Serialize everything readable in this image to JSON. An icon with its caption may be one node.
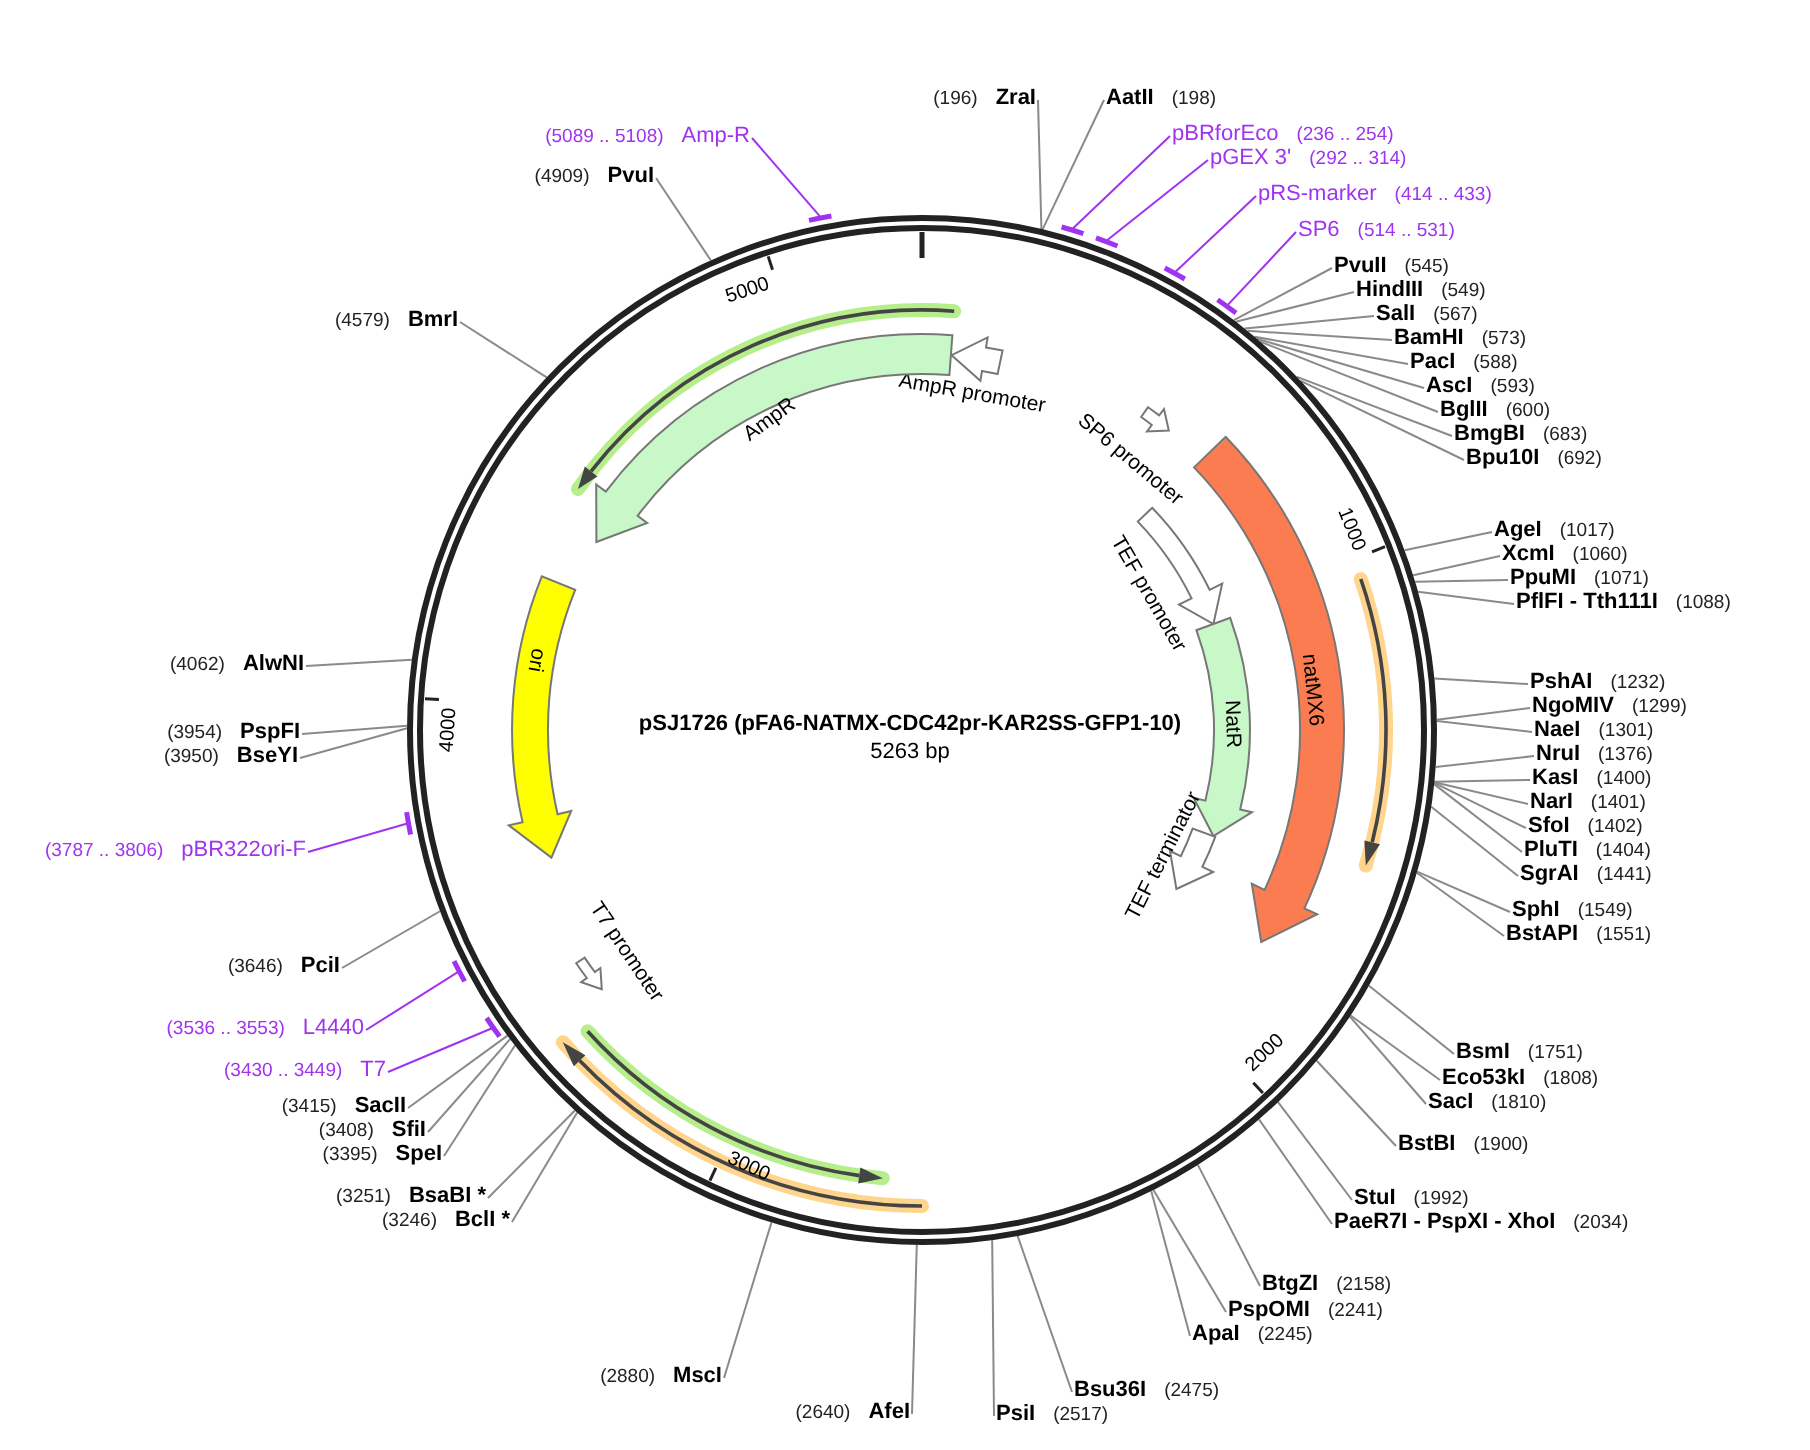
{
  "diagram": {
    "title": "pSJ1726 (pFA6-NATMX-CDC42pr-KAR2SS-GFP1-10)",
    "nodes": [
      {
        "text": [],
        "shape": "circle"
      },
      {
        "text": [
          "AmpR promoter"
        ],
        "in": 0
      },
      {
        "text": [
          "AmpR"
        ],
        "in": 0
      },
      {
        "text": [
          "SP6 promoter"
        ],
        "in": 0
      },
      {
        "text": [
          "TEF promoter"
        ],
        "in": 0
      },
      {
        "text": [
          "natMX6"
        ],
        "in": 0
      },
      {
        "text": [
          "NatR"
        ],
        "in": 0
      },
      {
        "text": [
          "TEF terminator"
        ],
        "in": 0
      },
      {
        "text": [
          "ori"
        ],
        "in": 0
      },
      {
        "text": [
          "T7 promoter"
        ],
        "in": 0
      },
      {
        "text": [
          "ZraI"
        ],
        "beside": [
          "(196)"
        ]
      },
      {
        "text": [
          "AatII"
        ],
        "beside": [
          "(198)"
        ]
      },
      {
        "text": [
          "pBRforEco"
        ],
        "beside": [
          "(236 .. 254)"
        ]
      },
      {
        "text": [
          "pGEX 3'"
        ],
        "beside": [
          "(292 .. 314)"
        ]
      },
      {
        "text": [
          "pRS-marker"
        ],
        "beside": [
          "(414 .. 433)"
        ]
      },
      {
        "text": [
          "SP6"
        ],
        "beside": [
          "(514 .. 531)"
        ]
      },
      {
        "text": [
          "PvuII"
        ],
        "beside": [
          "(545)"
        ]
      },
      {
        "text": [
          "HindIII"
        ],
        "beside": [
          "(549)"
        ]
      },
      {
        "text": [
          "SalI"
        ],
        "beside": [
          "(567)"
        ]
      },
      {
        "text": [
          "BamHI"
        ],
        "beside": [
          "(573)"
        ]
      },
      {
        "text": [
          "PacI"
        ],
        "beside": [
          "(588)"
        ]
      },
      {
        "text": [
          "AscI"
        ],
        "beside": [
          "(593)"
        ]
      },
      {
        "text": [
          "BglII"
        ],
        "beside": [
          "(600)"
        ]
      },
      {
        "text": [
          "BmgBI"
        ],
        "beside": [
          "(683)"
        ]
      },
      {
        "text": [
          "Bpu10I"
        ],
        "beside": [
          "(692)"
        ]
      },
      {
        "text": [
          "AgeI"
        ],
        "beside": [
          "(1017)"
        ]
      },
      {
        "text": [
          "XcmI"
        ],
        "beside": [
          "(1060)"
        ]
      },
      {
        "text": [
          "PpuMI"
        ],
        "beside": [
          "(1071)"
        ]
      },
      {
        "text": [
          "PflFI - Tth111I"
        ],
        "beside": [
          "(1088)"
        ]
      },
      {
        "text": [
          "PshAI"
        ],
        "beside": [
          "(1232)"
        ]
      },
      {
        "text": [
          "NgoMIV"
        ],
        "beside": [
          "(1299)"
        ]
      },
      {
        "text": [
          "NaeI"
        ],
        "beside": [
          "(1301)"
        ]
      },
      {
        "text": [
          "NruI"
        ],
        "beside": [
          "(1376)"
        ]
      },
      {
        "text": [
          "KasI"
        ],
        "beside": [
          "(1400)"
        ]
      },
      {
        "text": [
          "NarI"
        ],
        "beside": [
          "(1401)"
        ]
      },
      {
        "text": [
          "SfoI"
        ],
        "beside": [
          "(1402)"
        ]
      },
      {
        "text": [
          "PluTI"
        ],
        "beside": [
          "(1404)"
        ]
      },
      {
        "text": [
          "SgrAI"
        ],
        "beside": [
          "(1441)"
        ]
      },
      {
        "text": [
          "SphI"
        ],
        "beside": [
          "(1549)"
        ]
      },
      {
        "text": [
          "BstAPI"
        ],
        "beside": [
          "(1551)"
        ]
      },
      {
        "text": [
          "BsmI"
        ],
        "beside": [
          "(1751)"
        ]
      },
      {
        "text": [
          "Eco53kI"
        ],
        "beside": [
          "(1808)"
        ]
      },
      {
        "text": [
          "SacI"
        ],
        "beside": [
          "(1810)"
        ]
      },
      {
        "text": [
          "BstBI"
        ],
        "beside": [
          "(1900)"
        ]
      },
      {
        "text": [
          "StuI"
        ],
        "beside": [
          "(1992)"
        ]
      },
      {
        "text": [
          "PaeR7I - PspXI - XhoI"
        ],
        "beside": [
          "(2034)"
        ]
      },
      {
        "text": [
          "BtgZI"
        ],
        "beside": [
          "(2158)"
        ]
      },
      {
        "text": [
          "PspOMI"
        ],
        "beside": [
          "(2241)"
        ]
      },
      {
        "text": [
          "ApaI"
        ],
        "beside": [
          "(2245)"
        ]
      },
      {
        "text": [
          "Bsu36I"
        ],
        "beside": [
          "(2475)"
        ]
      },
      {
        "text": [
          "PsiI"
        ],
        "beside": [
          "(2517)"
        ]
      },
      {
        "text": [
          "AfeI"
        ],
        "beside": [
          "(2640)"
        ]
      },
      {
        "text": [
          "MscI"
        ],
        "beside": [
          "(2880)"
        ]
      },
      {
        "text": [
          "BclI *"
        ],
        "beside": [
          "(3246)"
        ]
      },
      {
        "text": [
          "BsaBI *"
        ],
        "beside": [
          "(3251)"
        ]
      },
      {
        "text": [
          "SpeI"
        ],
        "beside": [
          "(3395)"
        ]
      },
      {
        "text": [
          "SfiI"
        ],
        "beside": [
          "(3408)"
        ]
      },
      {
        "text": [
          "SacII"
        ],
        "beside": [
          "(3415)"
        ]
      },
      {
        "text": [
          "T7"
        ],
        "beside": [
          "(3430 .. 3449)"
        ]
      },
      {
        "text": [
          "L4440"
        ],
        "beside": [
          "(3536 .. 3553)"
        ]
      },
      {
        "text": [
          "PciI"
        ],
        "beside": [
          "(3646)"
        ]
      },
      {
        "text": [
          "pBR322ori-F"
        ],
        "beside": [
          "(3787 .. 3806)"
        ]
      },
      {
        "text": [
          "BseYI"
        ],
        "beside": [
          "(3950)"
        ]
      },
      {
        "text": [
          "PspFI"
        ],
        "beside": [
          "(3954)"
        ]
      },
      {
        "text": [
          "AlwNI"
        ],
        "beside": [
          "(4062)"
        ]
      },
      {
        "text": [
          "BmrI"
        ],
        "beside": [
          "(4579)"
        ]
      },
      {
        "text": [
          "PvuI"
        ],
        "beside": [
          "(4909)"
        ]
      },
      {
        "text": [
          "Amp-R"
        ],
        "beside": [
          "(5089 .. 5108)"
        ]
      },
      {
        "text": [],
        "shape": "bar"
      },
      {
        "text": [],
        "shape": "bar"
      },
      {
        "text": [],
        "shape": "bar"
      },
      {
        "text": [],
        "shape": "bar"
      },
      {
        "text": [],
        "shape": "bar"
      },
      {
        "text": [],
        "shape": "bar"
      },
      {
        "text": [],
        "shape": "bar"
      },
      {
        "text": [],
        "shape": "bar"
      }
    ],
    "edges": [
      {
        "from": 10,
        "to": 0,
        "arrow": "none"
      },
      {
        "from": 11,
        "to": 0,
        "arrow": "none"
      },
      {
        "from": 12,
        "to": 68,
        "arrow": "none",
        "color": "#a033f0"
      },
      {
        "from": 13,
        "to": 69,
        "arrow": "none",
        "color": "#a033f0"
      },
      {
        "from": 14,
        "to": 70,
        "arrow": "none",
        "color": "#a033f0"
      },
      {
        "from": 15,
        "to": 71,
        "arrow": "none",
        "color": "#a033f0"
      },
      {
        "from": 16,
        "to": 0,
        "arrow": "none"
      },
      {
        "from": 17,
        "to": 0,
        "arrow": "none"
      },
      {
        "from": 18,
        "to": 0,
        "arrow": "none"
      },
      {
        "from": 19,
        "to": 0,
        "arrow": "none"
      },
      {
        "from": 20,
        "to": 0,
        "arrow": "none"
      },
      {
        "from": 21,
        "to": 0,
        "arrow": "none"
      },
      {
        "from": 22,
        "to": 0,
        "arrow": "none"
      },
      {
        "from": 23,
        "to": 0,
        "arrow": "none"
      },
      {
        "from": 24,
        "to": 0,
        "arrow": "none"
      },
      {
        "from": 25,
        "to": 0,
        "arrow": "none"
      },
      {
        "from": 26,
        "to": 0,
        "arrow": "none"
      },
      {
        "from": 27,
        "to": 0,
        "arrow": "none"
      },
      {
        "from": 28,
        "to": 0,
        "arrow": "none"
      },
      {
        "from": 29,
        "to": 0,
        "arrow": "none"
      },
      {
        "from": 30,
        "to": 0,
        "arrow": "none"
      },
      {
        "from": 31,
        "to": 0,
        "arrow": "none"
      },
      {
        "from": 32,
        "to": 0,
        "arrow": "none"
      },
      {
        "from": 33,
        "to": 0,
        "arrow": "none"
      },
      {
        "from": 34,
        "to": 0,
        "arrow": "none"
      },
      {
        "from": 35,
        "to": 0,
        "arrow": "none"
      },
      {
        "from": 36,
        "to": 0,
        "arrow": "none"
      },
      {
        "from": 37,
        "to": 0,
        "arrow": "none"
      },
      {
        "from": 38,
        "to": 0,
        "arrow": "none"
      },
      {
        "from": 39,
        "to": 0,
        "arrow": "none"
      },
      {
        "from": 40,
        "to": 0,
        "arrow": "none"
      },
      {
        "from": 41,
        "to": 0,
        "arrow": "none"
      },
      {
        "from": 42,
        "to": 0,
        "arrow": "none"
      },
      {
        "from": 43,
        "to": 0,
        "arrow": "none"
      },
      {
        "from": 44,
        "to": 0,
        "arrow": "none"
      },
      {
        "from": 45,
        "to": 0,
        "arrow": "none"
      },
      {
        "from": 46,
        "to": 0,
        "arrow": "none"
      },
      {
        "from": 47,
        "to": 0,
        "arrow": "none"
      },
      {
        "from": 48,
        "to": 0,
        "arrow": "none"
      },
      {
        "from": 49,
        "to": 0,
        "arrow": "none"
      },
      {
        "from": 50,
        "to": 0,
        "arrow": "none"
      },
      {
        "from": 51,
        "to": 0,
        "arrow": "none"
      },
      {
        "from": 52,
        "to": 0,
        "arrow": "none"
      },
      {
        "from": 53,
        "to": 0,
        "arrow": "none"
      },
      {
        "from": 54,
        "to": 0,
        "arrow": "none"
      },
      {
        "from": 55,
        "to": 0,
        "arrow": "none"
      },
      {
        "from": 56,
        "to": 0,
        "arrow": "none"
      },
      {
        "from": 57,
        "to": 0,
        "arrow": "none"
      },
      {
        "from": 58,
        "to": 72,
        "arrow": "none",
        "color": "#a033f0"
      },
      {
        "from": 59,
        "to": 73,
        "arrow": "none",
        "color": "#a033f0"
      },
      {
        "from": 60,
        "to": 0,
        "arrow": "none"
      },
      {
        "from": 61,
        "to": 74,
        "arrow": "none",
        "color": "#a033f0"
      },
      {
        "from": 62,
        "to": 0,
        "arrow": "none"
      },
      {
        "from": 63,
        "to": 0,
        "arrow": "none"
      },
      {
        "from": 64,
        "to": 0,
        "arrow": "none"
      },
      {
        "from": 65,
        "to": 0,
        "arrow": "none"
      },
      {
        "from": 66,
        "to": 0,
        "arrow": "none"
      },
      {
        "from": 67,
        "to": 75,
        "arrow": "none",
        "color": "#a033f0"
      }
    ],
    "labels": [
      "5263 bp",
      "1000",
      "2000",
      "3000",
      "4000",
      "5000"
    ]
  }
}
